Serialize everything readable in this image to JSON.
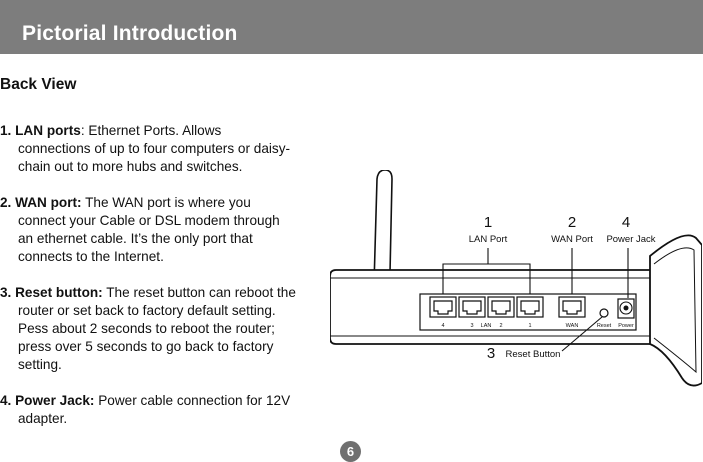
{
  "header": {
    "title": "Pictorial Introduction"
  },
  "section_title": "Back View",
  "items": [
    {
      "label": "1. LAN ports",
      "sep": ": ",
      "lines": [
        "Ethernet Ports. Allows",
        "connections of up to four computers or daisy-",
        "chain out to more hubs and switches."
      ]
    },
    {
      "label": "2. WAN port:",
      "sep": " ",
      "lines": [
        "The WAN port is where you",
        "connect your Cable or DSL modem through",
        "an ethernet cable. It’s the only port that",
        "connects to the Internet."
      ]
    },
    {
      "label": "3. Reset button:",
      "sep": " ",
      "lines": [
        "The reset button can reboot the",
        "router or  set back to factory default setting.",
        "Pess about 2 seconds to reboot  the router;",
        "press over 5 seconds to go back to factory",
        "setting."
      ]
    },
    {
      "label": "4. Power Jack:",
      "sep": " ",
      "lines": [
        "Power cable connection for 12V",
        "adapter."
      ]
    }
  ],
  "diagram": {
    "callouts": {
      "lan": {
        "number": "1",
        "label": "LAN Port"
      },
      "wan": {
        "number": "2",
        "label": "WAN Port"
      },
      "power": {
        "number": "4",
        "label": "Power Jack"
      },
      "reset": {
        "number": "3",
        "label": "Reset Button"
      }
    },
    "panel_labels": {
      "p4": "4",
      "p3": "3",
      "lan": "LAN",
      "p2": "2",
      "p1": "1",
      "wan": "WAN",
      "reset": "Reset",
      "power": "Power"
    }
  },
  "page_number": "6"
}
